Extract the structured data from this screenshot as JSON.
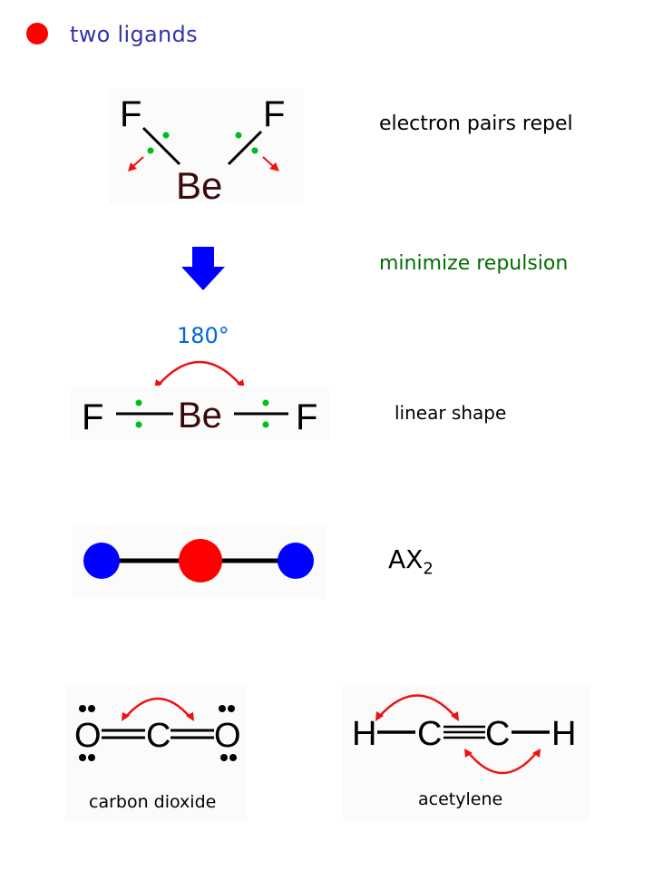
{
  "header": {
    "bullet_color": "#ff0000",
    "title": "two ligands",
    "title_color": "#3333aa"
  },
  "bent_structure": {
    "ligand_left": "F",
    "ligand_right": "F",
    "central_atom": "Be",
    "caption": "electron pairs repel"
  },
  "transition": {
    "arrow_color": "#0000ff",
    "caption": "minimize repulsion",
    "caption_color": "#006f00"
  },
  "linear_structure": {
    "angle_label": "180°",
    "angle_color": "#0066dd",
    "ligand_left": "F",
    "ligand_right": "F",
    "central_atom": "Be",
    "caption": "linear shape"
  },
  "ball_model": {
    "central_color": "#ff0000",
    "ligand_color": "#0000ff",
    "formula_main": "AX",
    "formula_sub": "2"
  },
  "examples": [
    {
      "name": "carbon dioxide",
      "atoms": [
        "O",
        "C",
        "O"
      ],
      "bonds": [
        "double",
        "double"
      ]
    },
    {
      "name": "acetylene",
      "atoms": [
        "H",
        "C",
        "C",
        "H"
      ],
      "bonds": [
        "single",
        "triple",
        "single"
      ]
    }
  ],
  "colors": {
    "electron_pair": "#00bb22",
    "repulsion_arrow": "#ee1111",
    "be_atom": "#3a0a0a"
  }
}
